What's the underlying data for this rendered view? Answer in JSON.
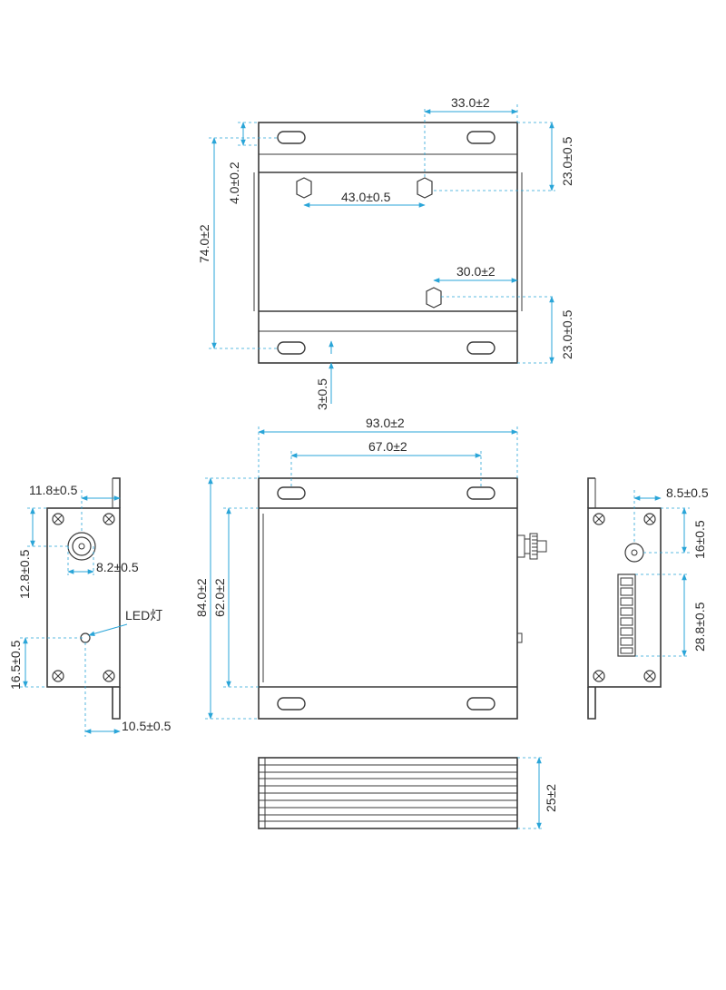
{
  "top_view": {
    "dim_33": "33.0±2",
    "dim_23_top": "23.0±0.5",
    "dim_4": "4.0±0.2",
    "dim_43": "43.0±0.5",
    "dim_74": "74.0±2",
    "dim_30": "30.0±2",
    "dim_23_bottom": "23.0±0.5",
    "dim_3": "3±0.5"
  },
  "front_view": {
    "dim_93": "93.0±2",
    "dim_67": "67.0±2",
    "dim_84": "84.0±2",
    "dim_62": "62.0±2"
  },
  "left_view": {
    "dim_11_8": "11.8±0.5",
    "dim_12_8": "12.8±0.5",
    "dim_8_2": "8.2±0.5",
    "led_label": "LED灯",
    "dim_16_5": "16.5±0.5",
    "dim_10_5": "10.5±0.5"
  },
  "right_view": {
    "dim_8_5": "8.5±0.5",
    "dim_16": "16±0.5",
    "dim_28_8": "28.8±0.5"
  },
  "side_view": {
    "dim_25": "25±2"
  },
  "colors": {
    "dimension_line": "#2aa5d8",
    "outline": "#3a3a3a"
  }
}
